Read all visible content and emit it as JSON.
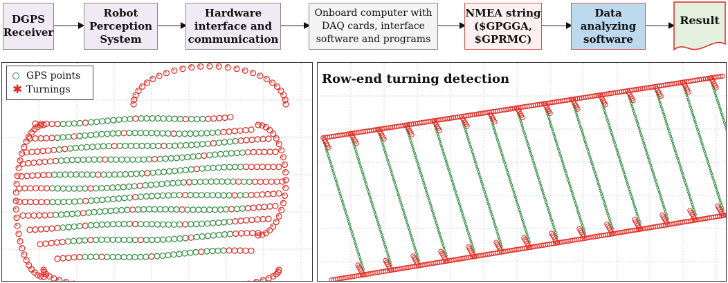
{
  "flowchart": {
    "dgps": "DGPS\nReceiver",
    "robot": "Robot\nPerception\nSystem",
    "hardware": "Hardware\ninterface and\ncommunication",
    "onboard": "Onboard computer with\nDAQ cards, interface\nsoftware and programs",
    "nmea": "NMEA string\n($GPGGA,\n$GPRMC)",
    "analyzer": "Data\nanalyzing\nsoftware",
    "result": "Result"
  },
  "colors": {
    "gps_green": "#2e8b3d",
    "turning_red": "#e0251e",
    "grid": "#d4d4d4"
  },
  "left_plot": {
    "legend": {
      "gps": "GPS points",
      "turnings": "Turnings"
    }
  },
  "right_plot": {
    "title": "Row-end turning detection"
  }
}
